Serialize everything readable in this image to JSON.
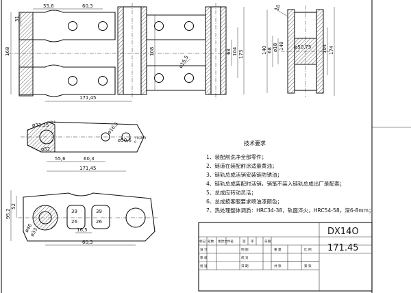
{
  "dimensions": {
    "top_view": {
      "d55_6": "55,6",
      "d60_3": "60,3",
      "d31": "31",
      "d168": "168",
      "d108": "108",
      "d68": "68",
      "d104": "104",
      "d173": "173",
      "d171_45": "171,45",
      "phi16_5": "ø16,5"
    },
    "side_view": {
      "d10": "10",
      "d148": "148",
      "d140": "140",
      "d174": "174",
      "phi18": "ø18",
      "phi50_75": "ø50,75",
      "d68": "68",
      "d104": "104"
    },
    "mid_view": {
      "phi33_35": "ø33,35",
      "phi33_35_tol": "0,1",
      "phi52": "ø52",
      "d55_6": "55,6",
      "d60_3": "60,3",
      "d171_45": "171,45",
      "phi16_5": "ø16,5",
      "phi50_6": "ø50,6",
      "phi50_6_tol_a": "+0,063",
      "phi50_6_tol_b": "0"
    },
    "bottom_view": {
      "d52": "52",
      "d95_2": "95,2",
      "d39a": "39",
      "d39b": "39",
      "d26a": "26",
      "d26b": "26",
      "d16_5": "16,5",
      "d60_3": "60,3",
      "phi46": "ø46",
      "phi33": "ø33"
    }
  },
  "notes": {
    "title": "技术要求",
    "items": [
      "1、装配前洗净全部零件；",
      "2、链道在装配前涂适量黄油；",
      "3、链轨总成活销安装链防锈油；",
      "4、链轨总成装配时活销，销笔不装入链轨总成出厂是配套；",
      "5、总成应转动灵活；",
      "6、总成按客服要求喷油漆颜色；",
      "7、热处理整体调质：HRC34-38，轨面淬火，HRC54-58，深6-8mm；"
    ]
  },
  "title_block": {
    "model": "DX14O",
    "pitch": "171.45",
    "row1": [
      "标记",
      "处数",
      "更改文件名",
      "签",
      "字",
      "日期"
    ],
    "row2": [
      "设 计",
      "制 图"
    ],
    "row3": [
      "审 核",
      "校 对"
    ],
    "row4": [
      "批 准",
      "日 期"
    ],
    "mid_headers": [
      "重 量",
      "比 例"
    ],
    "mid_bottom": [
      "共 张",
      "第 张"
    ]
  }
}
